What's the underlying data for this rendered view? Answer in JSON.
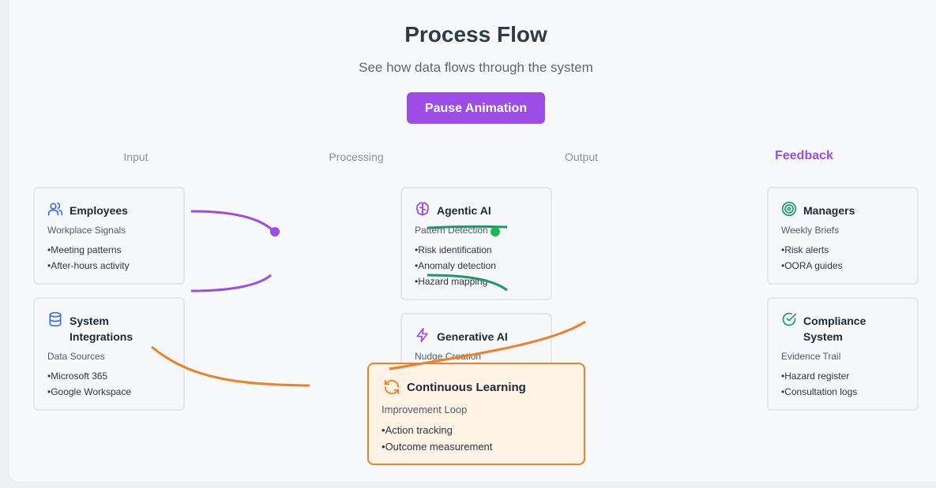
{
  "header": {
    "title": "Process Flow",
    "subtitle": "See how data flows through the system",
    "pause_button": "Pause Animation"
  },
  "columns": {
    "input": "Input",
    "processing": "Processing",
    "output": "Output",
    "feedback": "Feedback"
  },
  "cards": {
    "employees": {
      "title": "Employees",
      "subtitle": "Workplace Signals",
      "items": [
        "Meeting patterns",
        "After-hours activity"
      ],
      "icon": "users-icon"
    },
    "system_integrations": {
      "title": "System Integrations",
      "subtitle": "Data Sources",
      "items": [
        "Microsoft 365",
        "Google Workspace"
      ],
      "icon": "database-icon"
    },
    "agentic_ai": {
      "title": "Agentic AI",
      "subtitle": "Pattern Detection",
      "items": [
        "Risk identification",
        "Anomaly detection",
        "Hazard mapping"
      ],
      "icon": "brain-icon"
    },
    "generative_ai": {
      "title": "Generative AI",
      "subtitle": "Nudge Creation",
      "icon": "lightning-icon"
    },
    "continuous_learning": {
      "title": "Continuous Learning",
      "subtitle": "Improvement Loop",
      "items": [
        "Action tracking",
        "Outcome measurement"
      ],
      "icon": "refresh-icon"
    },
    "managers": {
      "title": "Managers",
      "subtitle": "Weekly Briefs",
      "items": [
        "Risk alerts",
        "OORA guides"
      ],
      "icon": "target-icon"
    },
    "compliance_system": {
      "title": "Compliance System",
      "subtitle": "Evidence Trail",
      "items": [
        "Hazard register",
        "Consultation logs"
      ],
      "icon": "check-circle-icon"
    }
  },
  "colors": {
    "accent": "#9b4de6",
    "input_flow": "#9b4de6",
    "processing_flow": "#1a9a6a",
    "feedback_flow": "#f07f2a"
  }
}
